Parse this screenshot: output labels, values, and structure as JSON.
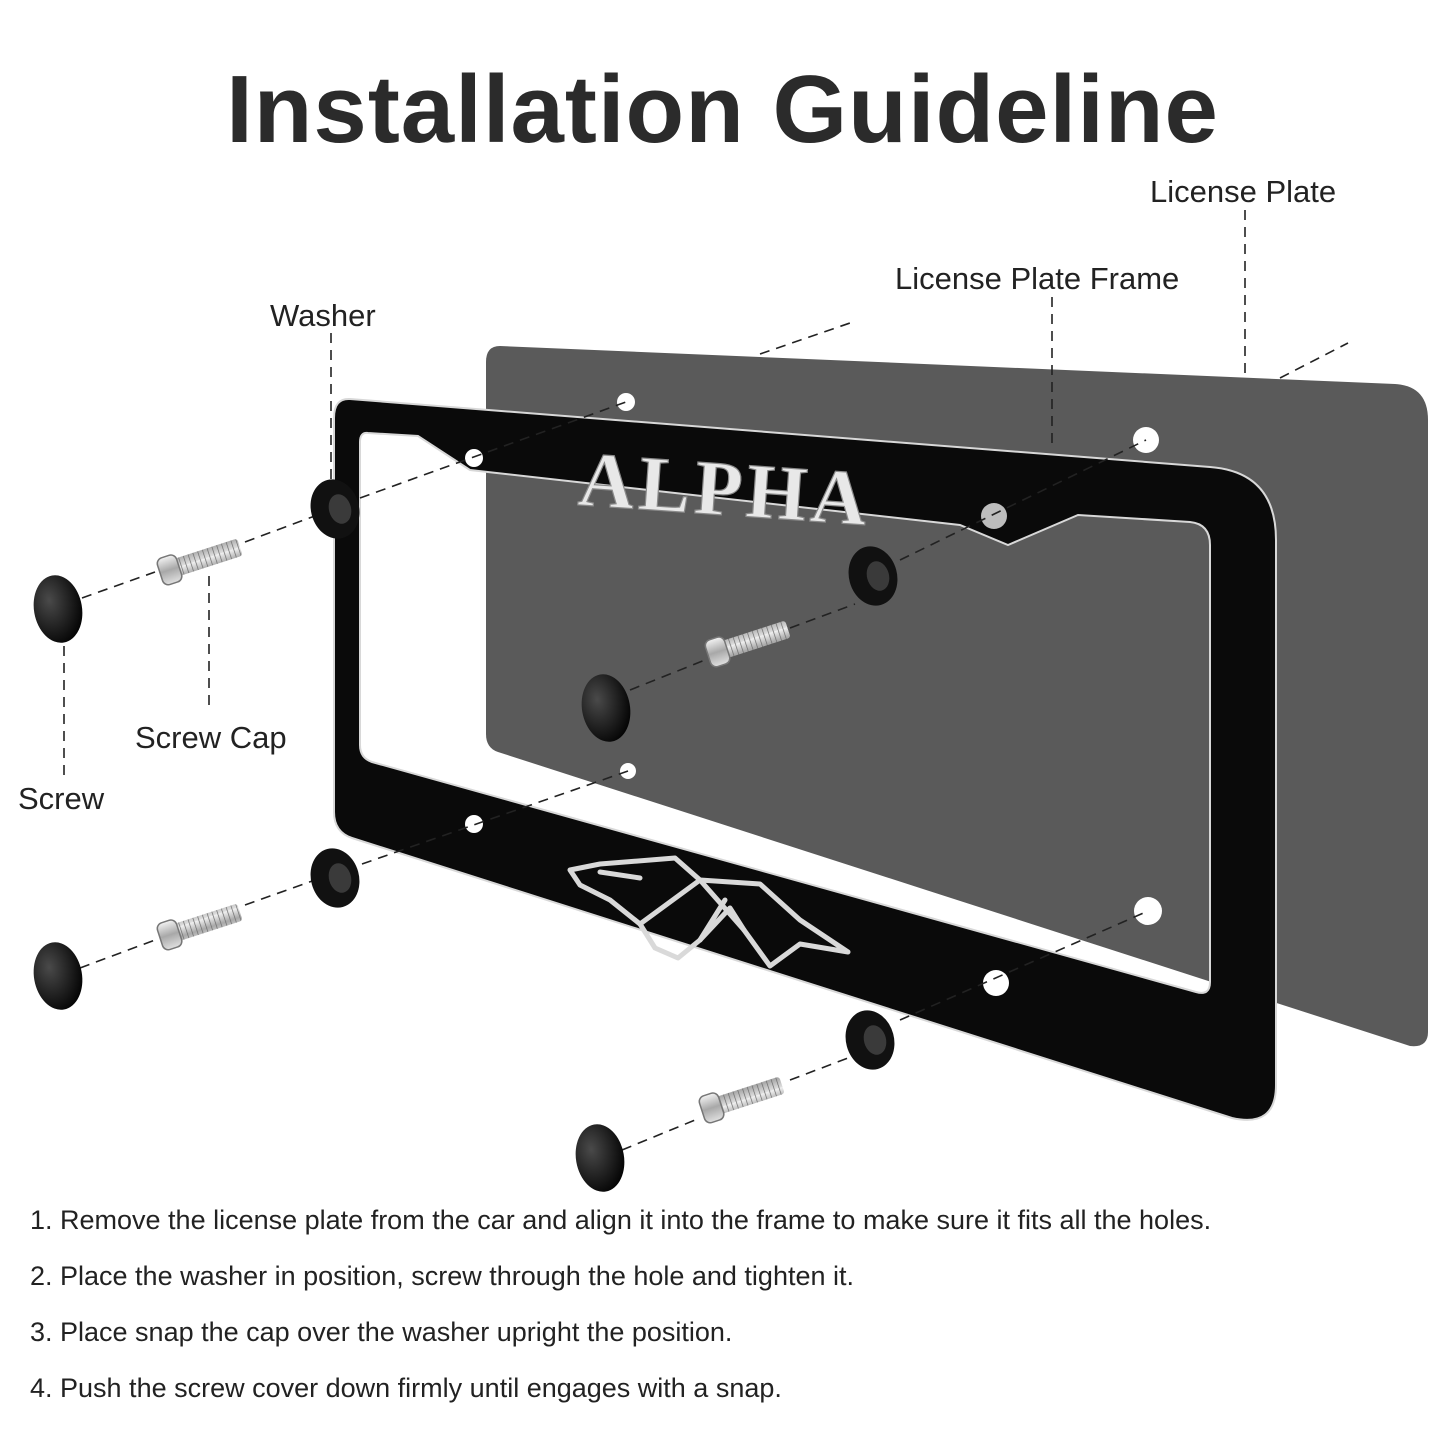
{
  "title": "Installation Guideline",
  "labels": {
    "license_plate": "License Plate",
    "license_plate_frame": "License Plate Frame",
    "washer": "Washer",
    "screw_cap": "Screw Cap",
    "screw": "Screw"
  },
  "frame_text": "ALPHA",
  "steps": [
    "1. Remove the license plate from the car and align it into the frame to make sure it fits all the holes.",
    "2. Place the washer in position, screw through the hole and tighten it.",
    "3. Place snap the cap over the washer upright the position.",
    "4. Push the screw cover down firmly until engages with a snap."
  ],
  "colors": {
    "plate": "#5a5a5a",
    "frame": "#0a0a0a",
    "text": "#222222",
    "title": "#2b2b2b"
  },
  "icons": [
    "wolf-emblem-icon",
    "washer-icon",
    "screw-icon",
    "screw-cap-icon"
  ]
}
